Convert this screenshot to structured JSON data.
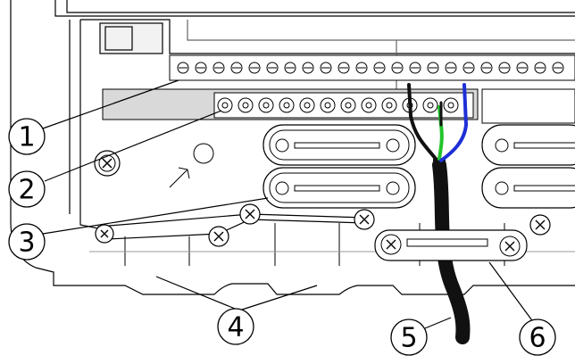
{
  "callouts": [
    {
      "id": "1",
      "label": "1"
    },
    {
      "id": "2",
      "label": "2"
    },
    {
      "id": "3",
      "label": "3"
    },
    {
      "id": "4",
      "label": "4"
    },
    {
      "id": "5",
      "label": "5"
    },
    {
      "id": "6",
      "label": "6"
    }
  ],
  "colors": {
    "line": "#000000",
    "panel": "#ffffff",
    "shade": "#d9d9d9",
    "cable": "#111111",
    "wire_green": "#22c32b",
    "wire_blue": "#1e2fd6",
    "wire_black": "#111111"
  },
  "icons": [
    "screw-icon",
    "terminal-icon",
    "grommet-slot-icon",
    "arrow-icon"
  ]
}
